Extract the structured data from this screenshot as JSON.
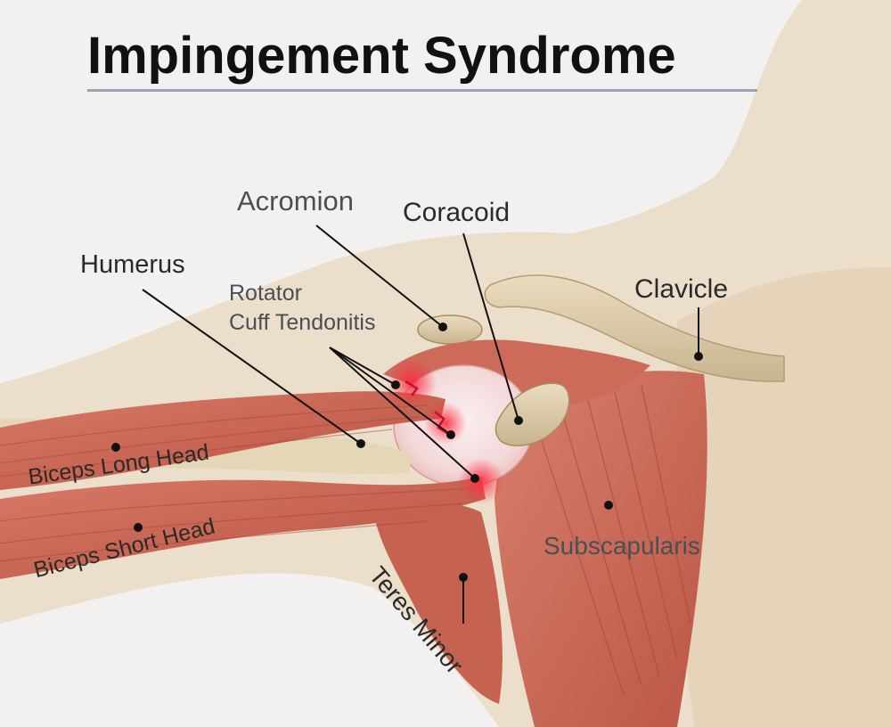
{
  "title": "Impingement Syndrome",
  "labels": {
    "acromion": "Acromion",
    "coracoid": "Coracoid",
    "humerus": "Humerus",
    "rotator_line1": "Rotator",
    "rotator_line2": "Cuff Tendonitis",
    "clavicle": "Clavicle",
    "biceps_long": "Biceps Long Head",
    "biceps_short": "Biceps Short Head",
    "subscapularis": "Subscapularis",
    "teres_minor": "Teres Minor"
  },
  "colors": {
    "background": "#f3f1ef",
    "skin": "#e6d5bd",
    "bone": "#d9c7a3",
    "muscle": "#c8604f",
    "inflammation": "#e02a3a",
    "leader": "#111111"
  }
}
